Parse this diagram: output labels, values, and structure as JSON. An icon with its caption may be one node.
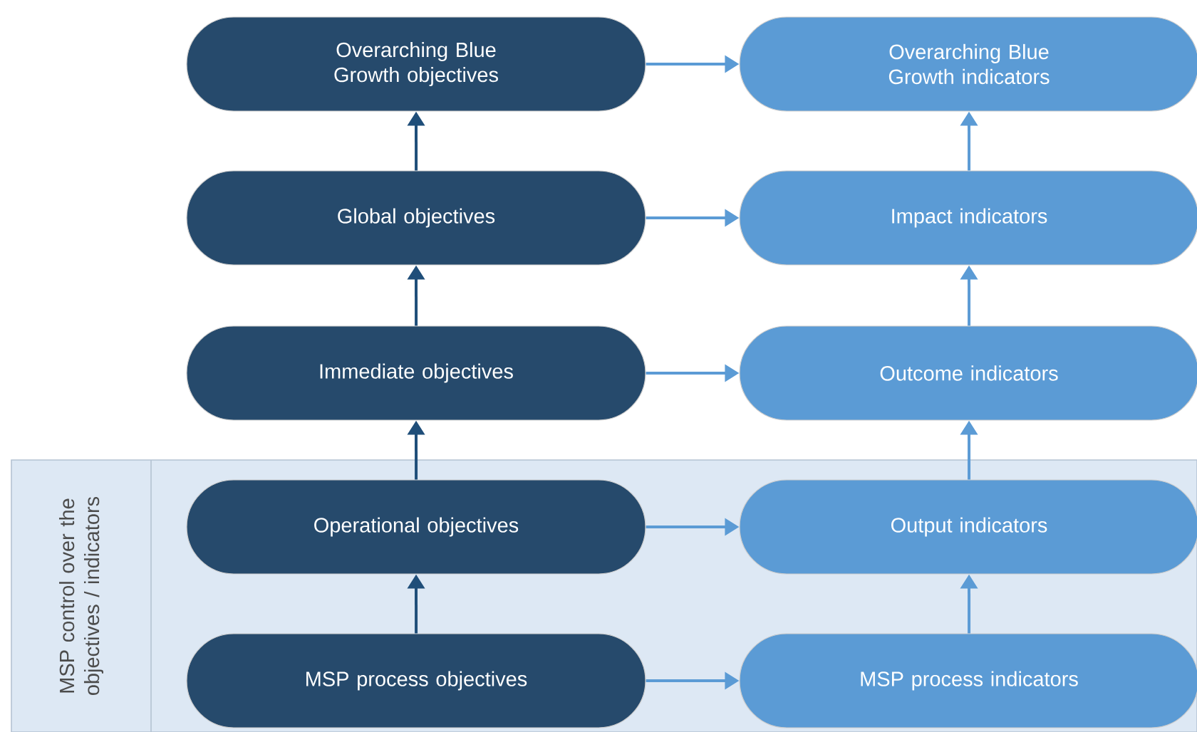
{
  "diagram": {
    "nodes": [
      {
        "text": [
          "MSP control over the objectives / indicators"
        ]
      },
      {
        "text": [
          "Overarching Blue Growth objectives"
        ]
      },
      {
        "text": [
          "Overarching Blue Growth indicators"
        ]
      },
      {
        "text": [
          "Global objectives"
        ]
      },
      {
        "text": [
          "Impact indicators"
        ]
      },
      {
        "text": [
          "Immediate objectives"
        ]
      },
      {
        "text": [
          "Outcome indicators"
        ]
      },
      {
        "text": [
          "Operational objectives"
        ],
        "in": 0
      },
      {
        "text": [
          "Output indicators"
        ],
        "in": 0
      },
      {
        "text": [
          "MSP process objectives"
        ],
        "in": 0
      },
      {
        "text": [
          "MSP process indicators"
        ],
        "in": 0
      }
    ],
    "edges": [
      {
        "from": 1,
        "to": 2,
        "arrow": "to"
      },
      {
        "from": 3,
        "to": 4,
        "arrow": "to"
      },
      {
        "from": 5,
        "to": 6,
        "arrow": "to"
      },
      {
        "from": 7,
        "to": 8,
        "arrow": "to"
      },
      {
        "from": 9,
        "to": 10,
        "arrow": "to"
      },
      {
        "from": 3,
        "to": 1,
        "arrow": "to",
        "color": "#1f4e79"
      },
      {
        "from": 5,
        "to": 3,
        "arrow": "to",
        "color": "#1f4e79"
      },
      {
        "from": 7,
        "to": 5,
        "arrow": "to",
        "color": "#1f4e79"
      },
      {
        "from": 9,
        "to": 7,
        "arrow": "to",
        "color": "#1f4e79"
      },
      {
        "from": 4,
        "to": 2,
        "arrow": "to"
      },
      {
        "from": 6,
        "to": 4,
        "arrow": "to"
      },
      {
        "from": 8,
        "to": 6,
        "arrow": "to"
      },
      {
        "from": 10,
        "to": 8,
        "arrow": "to"
      }
    ]
  }
}
